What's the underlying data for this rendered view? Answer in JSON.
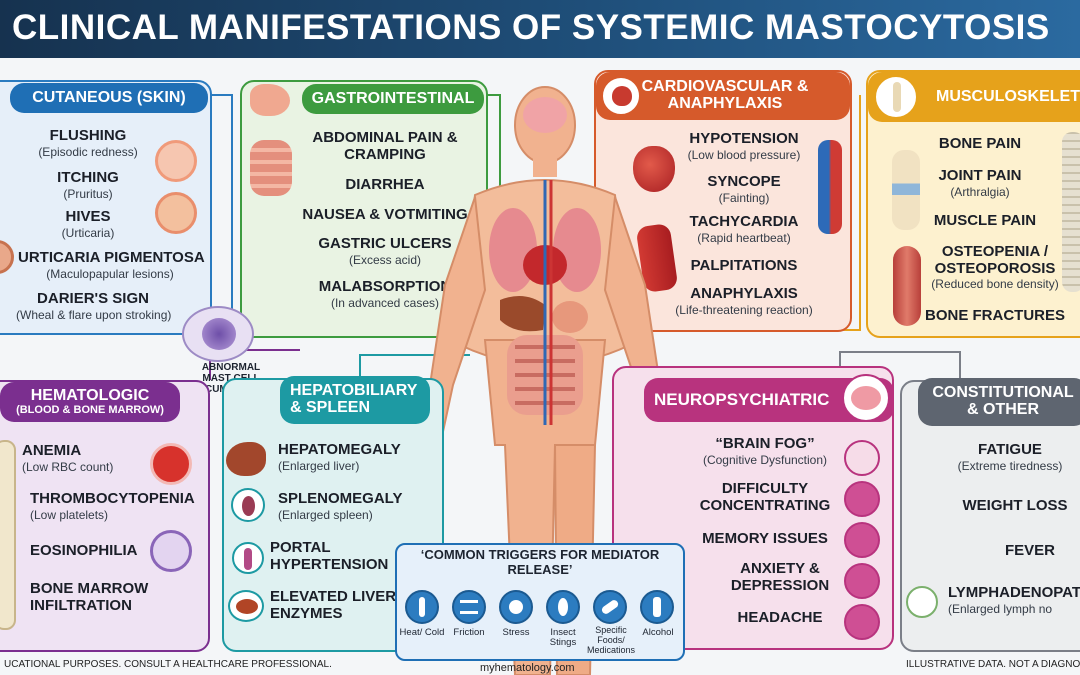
{
  "title": "CLINICAL MANIFESTATIONS OF SYSTEMIC MASTOCYTOSIS",
  "panels": {
    "cutaneous": {
      "title": "CUTANEOUS (SKIN)",
      "items": [
        {
          "label": "FLUSHING",
          "sub": "(Episodic redness)"
        },
        {
          "label": "ITCHING",
          "sub": "(Pruritus)"
        },
        {
          "label": "HIVES",
          "sub": "(Urticaria)"
        },
        {
          "label": "URTICARIA PIGMENTOSA",
          "sub": "(Maculopapular lesions)"
        },
        {
          "label": "DARIER'S SIGN",
          "sub": "(Wheal & flare upon stroking)"
        }
      ]
    },
    "gastro": {
      "title": "GASTROINTESTINAL",
      "items": [
        {
          "label": "ABDOMINAL PAIN & CRAMPING",
          "sub": ""
        },
        {
          "label": "DIARRHEA",
          "sub": ""
        },
        {
          "label": "NAUSEA & VOTMITING",
          "sub": ""
        },
        {
          "label": "GASTRIC ULCERS",
          "sub": "(Excess acid)"
        },
        {
          "label": "MALABSORPTION",
          "sub": "(In advanced cases)"
        }
      ]
    },
    "cardio": {
      "title": "CARDIOVASCULAR & ANAPHYLAXIS",
      "items": [
        {
          "label": "HYPOTENSION",
          "sub": "(Low blood pressure)"
        },
        {
          "label": "SYNCOPE",
          "sub": "(Fainting)"
        },
        {
          "label": "TACHYCARDIA",
          "sub": "(Rapid heartbeat)"
        },
        {
          "label": "PALPITATIONS",
          "sub": ""
        },
        {
          "label": "ANAPHYLAXIS",
          "sub": "(Life-threatening reaction)"
        }
      ]
    },
    "musculo": {
      "title": "MUSCULOSKELET",
      "items": [
        {
          "label": "BONE PAIN",
          "sub": ""
        },
        {
          "label": "JOINT PAIN",
          "sub": "(Arthralgia)"
        },
        {
          "label": "MUSCLE PAIN",
          "sub": ""
        },
        {
          "label": "OSTEOPENIA / OSTEOPOROSIS",
          "sub": "(Reduced bone density)"
        },
        {
          "label": "BONE FRACTURES",
          "sub": ""
        }
      ]
    },
    "hema": {
      "title": "HEMATOLOGIC",
      "subtitle": "(BLOOD & BONE MARROW)",
      "items": [
        {
          "label": "ANEMIA",
          "sub": "(Low RBC count)"
        },
        {
          "label": "THROMBOCYTOPENIA",
          "sub": "(Low platelets)"
        },
        {
          "label": "EOSINOPHILIA",
          "sub": ""
        },
        {
          "label": "BONE MARROW INFILTRATION",
          "sub": ""
        }
      ]
    },
    "hepato": {
      "title": "HEPATOBILIARY & SPLEEN",
      "items": [
        {
          "label": "HEPATOMEGALY",
          "sub": "(Enlarged liver)"
        },
        {
          "label": "SPLENOMEGALY",
          "sub": "(Enlarged spleen)"
        },
        {
          "label": "PORTAL HYPERTENSION",
          "sub": ""
        },
        {
          "label": "ELEVATED LIVER ENZYMES",
          "sub": ""
        }
      ]
    },
    "neuro": {
      "title": "NEUROPSYCHIATRIC",
      "items": [
        {
          "label": "“BRAIN FOG”",
          "sub": "(Cognitive Dysfunction)"
        },
        {
          "label": "DIFFICULTY CONCENTRATING",
          "sub": ""
        },
        {
          "label": "MEMORY ISSUES",
          "sub": ""
        },
        {
          "label": "ANXIETY & DEPRESSION",
          "sub": ""
        },
        {
          "label": "HEADACHE",
          "sub": ""
        }
      ]
    },
    "constitutional": {
      "title": "CONSTITUTIONAL & OTHER",
      "items": [
        {
          "label": "FATIGUE",
          "sub": "(Extreme tiredness)"
        },
        {
          "label": "WEIGHT LOSS",
          "sub": ""
        },
        {
          "label": "FEVER",
          "sub": ""
        },
        {
          "label": "LYMPHADENOPAT",
          "sub": "(Enlarged lymph no"
        }
      ]
    }
  },
  "mast_cell_label": "ABNORMAL MAST CELL ACCUMULATION",
  "triggers": {
    "title": "‘COMMON TRIGGERS FOR MEDIATOR RELEASE’",
    "items": [
      {
        "label": "Heat/ Cold",
        "icon": "thermometer-icon"
      },
      {
        "label": "Friction",
        "icon": "friction-icon"
      },
      {
        "label": "Stress",
        "icon": "stress-icon"
      },
      {
        "label": "Insect Stings",
        "icon": "insect-icon"
      },
      {
        "label": "Specific Foods/ Medications",
        "icon": "pills-icon"
      },
      {
        "label": "Alcohol",
        "icon": "bottle-icon"
      }
    ]
  },
  "footer": {
    "left": "UCATIONAL PURPOSES. CONSULT A HEALTHCARE PROFESSIONAL.",
    "center": "myhematology.com",
    "right": "ILLUSTRATIVE DATA. NOT A DIAGNOST"
  },
  "colors": {
    "cutaneous": "#1f6fb5",
    "gastro": "#3d9b3f",
    "cardio": "#d65a2b",
    "musculo": "#e6a21b",
    "hema": "#7b2f8f",
    "hepato": "#1d9aa3",
    "neuro": "#b8337e",
    "constitutional": "#5e6570"
  }
}
